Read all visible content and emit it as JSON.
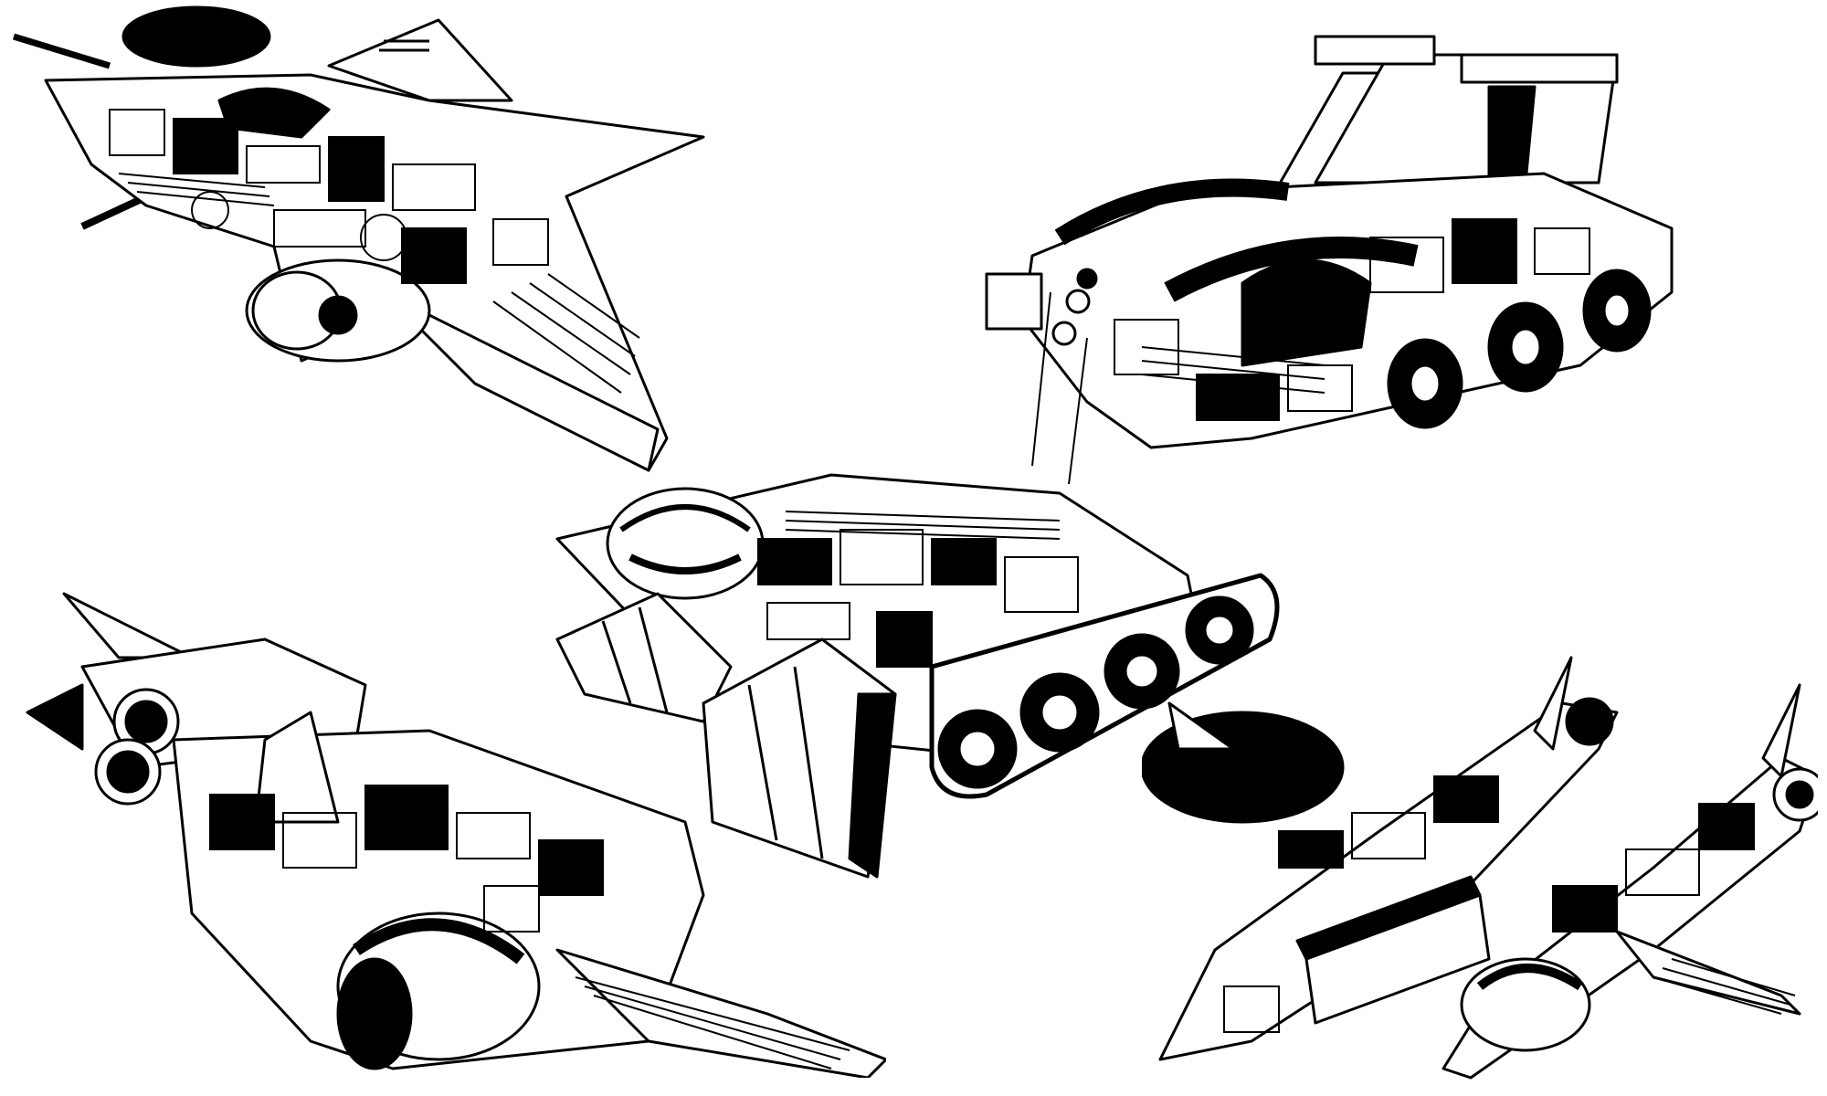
{
  "illustration": {
    "style": "black ink line art, cutaway technical drawings",
    "background_color": "#ffffff",
    "ink_color": "#000000",
    "vehicles": [
      {
        "id": "jet-top-left",
        "icon": "delta-wing-jet-icon"
      },
      {
        "id": "wheeled-carrier-top-right",
        "icon": "six-wheeled-carrier-icon"
      },
      {
        "id": "tracked-tank-center",
        "icon": "tracked-tank-icon"
      },
      {
        "id": "jet-bottom-left",
        "icon": "twin-engine-fighter-icon"
      },
      {
        "id": "twin-fighters-bottom-right",
        "icon": "twin-spacecraft-icon"
      }
    ]
  }
}
